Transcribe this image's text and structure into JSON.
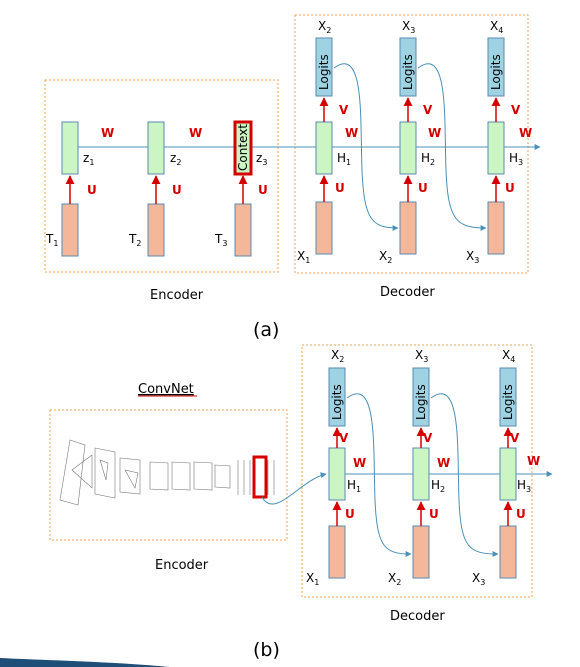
{
  "panel_a": {
    "caption": "(a)",
    "encoder_label": "Encoder",
    "decoder_label": "Decoder",
    "context_label": "Context",
    "logits_label": "Logits",
    "weight_w": "W",
    "weight_u": "U",
    "weight_v": "V",
    "inputs": [
      {
        "base": "T",
        "sub": "1"
      },
      {
        "base": "T",
        "sub": "2"
      },
      {
        "base": "T",
        "sub": "3"
      }
    ],
    "enc_states": [
      {
        "base": "z",
        "sub": "1"
      },
      {
        "base": "z",
        "sub": "2"
      },
      {
        "base": "z",
        "sub": "3"
      }
    ],
    "dec_states": [
      {
        "base": "H",
        "sub": "1"
      },
      {
        "base": "H",
        "sub": "2"
      },
      {
        "base": "H",
        "sub": "3"
      }
    ],
    "dec_inputs": [
      {
        "base": "X",
        "sub": "1"
      },
      {
        "base": "X",
        "sub": "2"
      },
      {
        "base": "X",
        "sub": "3"
      }
    ],
    "dec_outputs": [
      {
        "base": "X",
        "sub": "2"
      },
      {
        "base": "X",
        "sub": "3"
      },
      {
        "base": "X",
        "sub": "4"
      }
    ]
  },
  "panel_b": {
    "caption": "(b)",
    "convnet_label": "ConvNet",
    "encoder_label": "Encoder",
    "decoder_label": "Decoder",
    "logits_label": "Logits",
    "weight_w": "W",
    "weight_u": "U",
    "weight_v": "V",
    "dec_states": [
      {
        "base": "H",
        "sub": "1"
      },
      {
        "base": "H",
        "sub": "2"
      },
      {
        "base": "H",
        "sub": "3"
      }
    ],
    "dec_inputs": [
      {
        "base": "X",
        "sub": "1"
      },
      {
        "base": "X",
        "sub": "2"
      },
      {
        "base": "X",
        "sub": "3"
      }
    ],
    "dec_outputs": [
      {
        "base": "X",
        "sub": "2"
      },
      {
        "base": "X",
        "sub": "3"
      },
      {
        "base": "X",
        "sub": "4"
      }
    ]
  },
  "colors": {
    "state_fill": "#ccf5c4",
    "input_fill": "#f5b79a",
    "logits_fill": "#9fd3e3",
    "arrow": "#4a90b8",
    "red": "#d40000",
    "box_border": "#f0a64a"
  }
}
